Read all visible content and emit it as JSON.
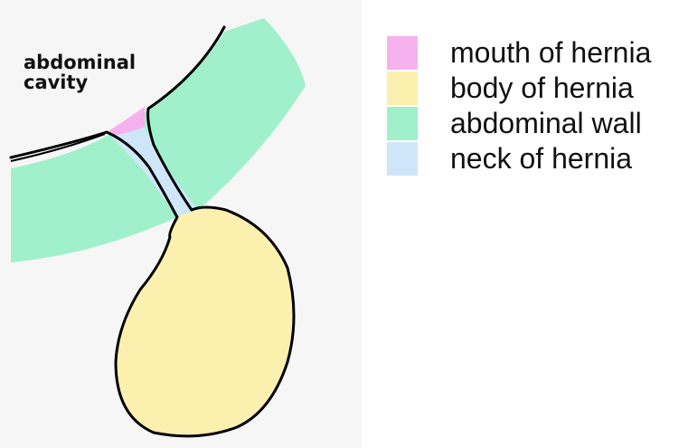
{
  "diagram": {
    "cavity_label": [
      "abdominal",
      "cavity"
    ],
    "colors": {
      "mouth": "#f6b2ee",
      "body": "#fbf0ae",
      "wall": "#a0f0cc",
      "neck": "#cfe6f8",
      "outline": "#000000"
    }
  },
  "legend": {
    "items": [
      {
        "label": "mouth of hernia",
        "color": "#f6b2ee",
        "icon": "pink-swatch"
      },
      {
        "label": "body of hernia",
        "color": "#fbf0ae",
        "icon": "yellow-swatch"
      },
      {
        "label": "abdominal wall",
        "color": "#a0f0cc",
        "icon": "green-swatch"
      },
      {
        "label": "neck of hernia",
        "color": "#cfe6f8",
        "icon": "blue-swatch"
      }
    ]
  }
}
